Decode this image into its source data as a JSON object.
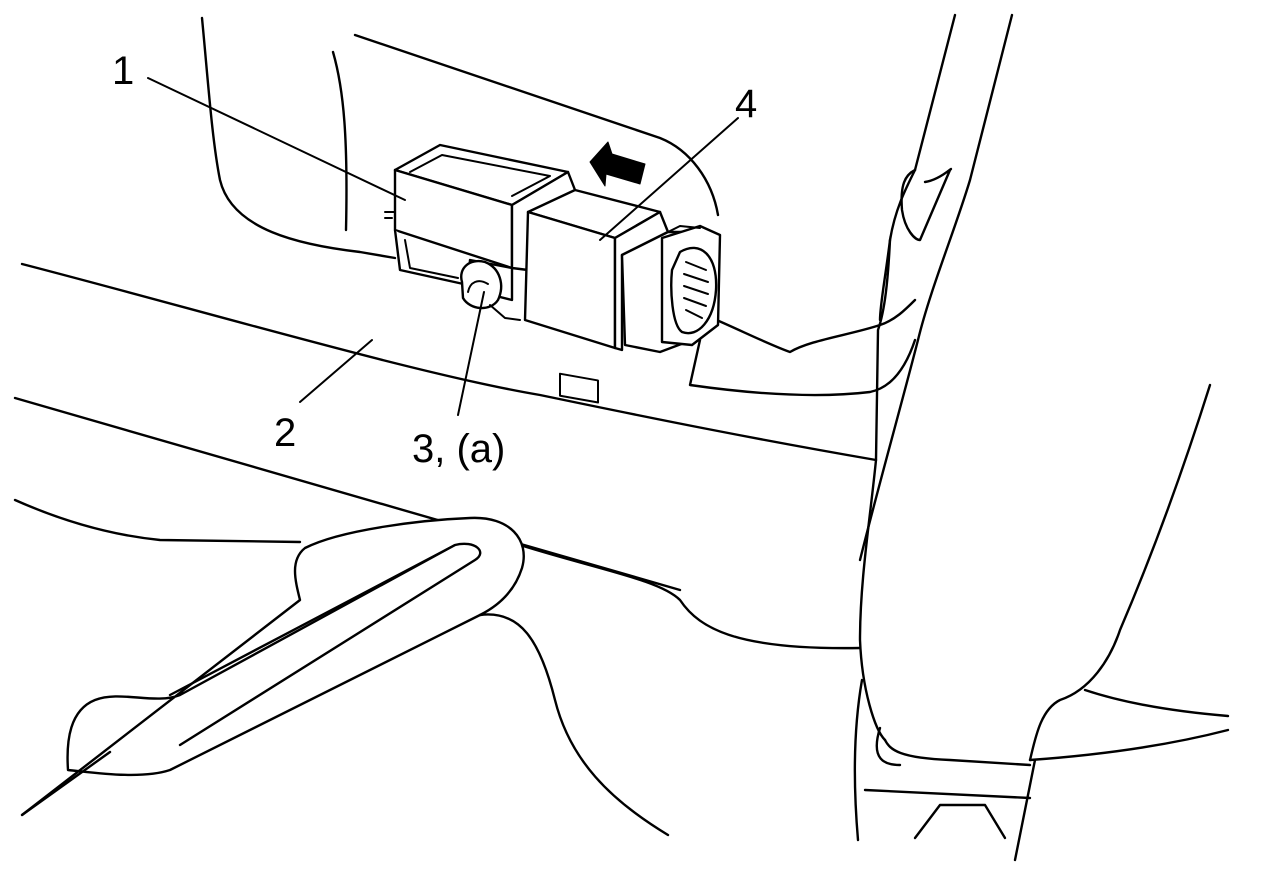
{
  "callouts": {
    "c1": "1",
    "c2": "2",
    "c3": "3, (a)",
    "c4": "4"
  }
}
